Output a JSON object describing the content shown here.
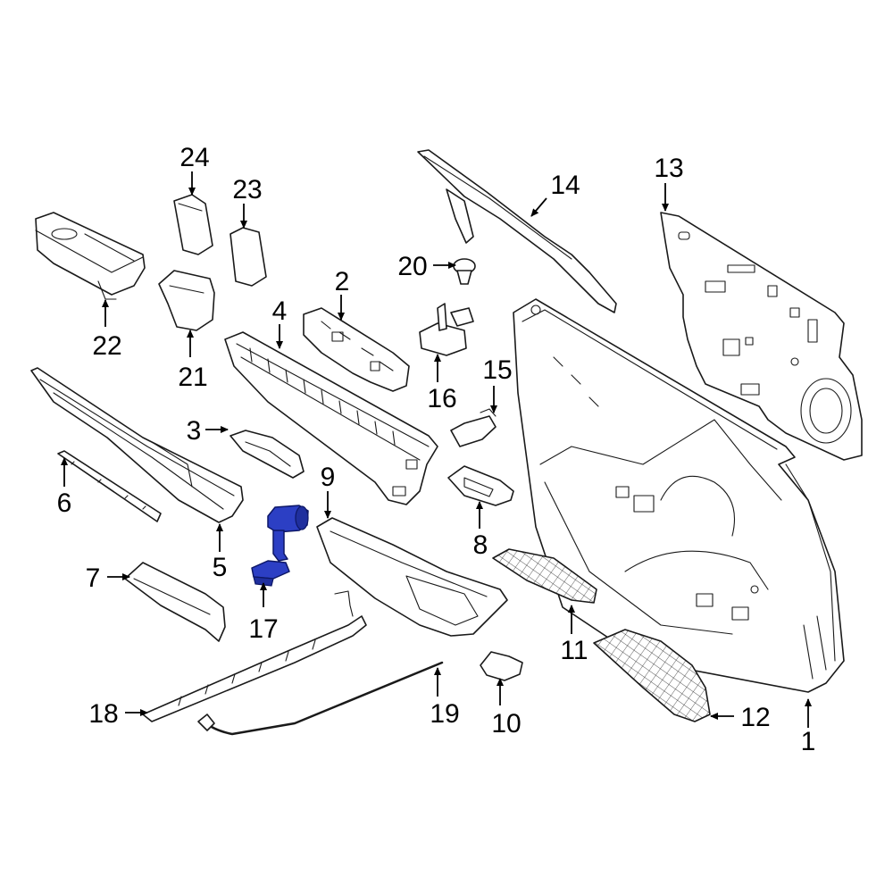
{
  "diagram": {
    "highlight_color": "#2c3fc4",
    "highlighted_part": "17",
    "callouts": [
      {
        "id": "c1",
        "label": "1"
      },
      {
        "id": "c2",
        "label": "2"
      },
      {
        "id": "c3",
        "label": "3"
      },
      {
        "id": "c4",
        "label": "4"
      },
      {
        "id": "c5",
        "label": "5"
      },
      {
        "id": "c6",
        "label": "6"
      },
      {
        "id": "c7",
        "label": "7"
      },
      {
        "id": "c8",
        "label": "8"
      },
      {
        "id": "c9",
        "label": "9"
      },
      {
        "id": "c10",
        "label": "10"
      },
      {
        "id": "c11",
        "label": "11"
      },
      {
        "id": "c12",
        "label": "12"
      },
      {
        "id": "c13",
        "label": "13"
      },
      {
        "id": "c14",
        "label": "14"
      },
      {
        "id": "c15",
        "label": "15"
      },
      {
        "id": "c16",
        "label": "16"
      },
      {
        "id": "c17",
        "label": "17"
      },
      {
        "id": "c18",
        "label": "18"
      },
      {
        "id": "c19",
        "label": "19"
      },
      {
        "id": "c20",
        "label": "20"
      },
      {
        "id": "c21",
        "label": "21"
      },
      {
        "id": "c22",
        "label": "22"
      },
      {
        "id": "c23",
        "label": "23"
      },
      {
        "id": "c24",
        "label": "24"
      }
    ]
  }
}
